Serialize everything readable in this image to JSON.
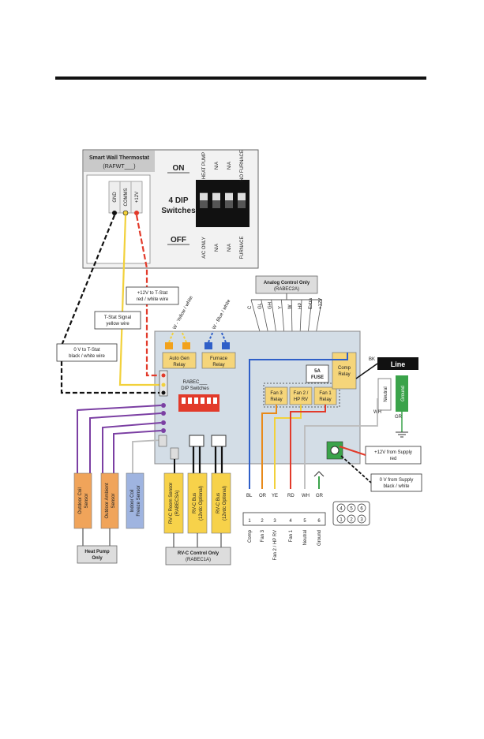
{
  "thermostat": {
    "title_line1": "Smart Wall Thermostat",
    "title_line2": "(RAFWT___)",
    "terminals": [
      "GND",
      "COMMS",
      "+12V"
    ]
  },
  "dip4": {
    "on_label": "ON",
    "off_label": "OFF",
    "title_line1": "4 DIP",
    "title_line2": "Switches",
    "top_labels": [
      "HEAT PUMP",
      "N/A",
      "N/A",
      "NO FURNACE"
    ],
    "bottom_labels": [
      "A/C ONLY",
      "N/A",
      "N/A",
      "FURNACE"
    ]
  },
  "callouts": {
    "plus12_to_tstat": [
      "+12V to T-Stat",
      "red / white wire"
    ],
    "tstat_signal": [
      "T-Stat Signal",
      "yellow wire"
    ],
    "zero_v_to_tstat": [
      "0 V to T-Stat",
      "black / white wire"
    ],
    "plus12_from_supply": [
      "+12V from Supply",
      "red"
    ],
    "zero_v_from_supply": [
      "0 V from Supply",
      "black / white"
    ]
  },
  "analog": {
    "title_line1": "Analog Control Only",
    "title_line2": "(RABEC2A)",
    "pins": [
      "C",
      "GL",
      "GH",
      "Y",
      "W",
      "HP",
      "Extra",
      "+12V"
    ],
    "pin_colors": [
      "#1a1a1a",
      "#2db34a",
      "#2db34a",
      "#f2d13b",
      "#ffffff",
      "#2f7fd6",
      "#999999",
      "#e23a2a"
    ]
  },
  "board": {
    "auto_gen_relay": [
      "Auto Gen",
      "Relay"
    ],
    "furnace_relay": [
      "Furnace",
      "Relay"
    ],
    "dip_label": [
      "RABEC___",
      "DIP Switches"
    ],
    "fan3_relay": [
      "Fan 3",
      "Relay"
    ],
    "fan2_relay": [
      "Fan 2 /",
      "HP RV"
    ],
    "fan1_relay": [
      "Fan 1",
      "Relay"
    ],
    "fuse": [
      "5A",
      "FUSE"
    ],
    "comp_relay": [
      "Comp",
      "Relay"
    ],
    "yellow_white_wire": "W - Yellow / white",
    "blue_white_wire": "W - Blue / white"
  },
  "line_label": "Line",
  "bk_label": "BK",
  "neutral_label": "Neutral",
  "ground_label": "Ground",
  "wh_label": "WH",
  "gr_label": "GR",
  "wire_tags": [
    "BL",
    "OR",
    "YE",
    "RD",
    "WH",
    "GR"
  ],
  "wire_tag_colors": [
    "#2f5fc8",
    "#e88a1a",
    "#f2d13b",
    "#e23a2a",
    "#bbbbbb",
    "#3aa34a"
  ],
  "terminal_numbers": [
    "1",
    "2",
    "3",
    "4",
    "5",
    "6"
  ],
  "terminal_labels": [
    "Comp",
    "Fan 3",
    "Fan 2 / HP RV",
    "Fan 1",
    "Neutral",
    "Ground"
  ],
  "connector_pins": [
    "4",
    "5",
    "6",
    "1",
    "2",
    "3"
  ],
  "sensors": {
    "outdoor_coil": [
      "Outdoor Coil",
      "Sensor"
    ],
    "outdoor_ambient": [
      "Outdoor Ambient",
      "Sensor"
    ],
    "indoor_coil": [
      "Indoor Coil",
      "Freeze Sensor"
    ],
    "rvc_room": [
      "RV-C Room Sensor",
      "(RABECSA)"
    ],
    "rvc_bus1": [
      "RV-C Bus",
      "(12vdc Optional)"
    ],
    "rvc_bus2": [
      "RV-C Bus",
      "(12vdc Optional)"
    ],
    "heat_pump_only": [
      "Heat Pump",
      "Only"
    ],
    "rvc_control_only": [
      "RV-C Control Only",
      "(RABEC1A)"
    ]
  },
  "colors": {
    "yellow": "#f2d13b",
    "red": "#e23a2a",
    "black": "#1a1a1a",
    "purple": "#7b3fa3",
    "blue": "#2f5fc8",
    "board": "#d3dde6",
    "relay": "#f5d57a",
    "sensor_orange": "#f0a45a",
    "sensor_yellow": "#f7d24a",
    "sensor_blue": "#9fb4e0",
    "green": "#3aa34a"
  }
}
